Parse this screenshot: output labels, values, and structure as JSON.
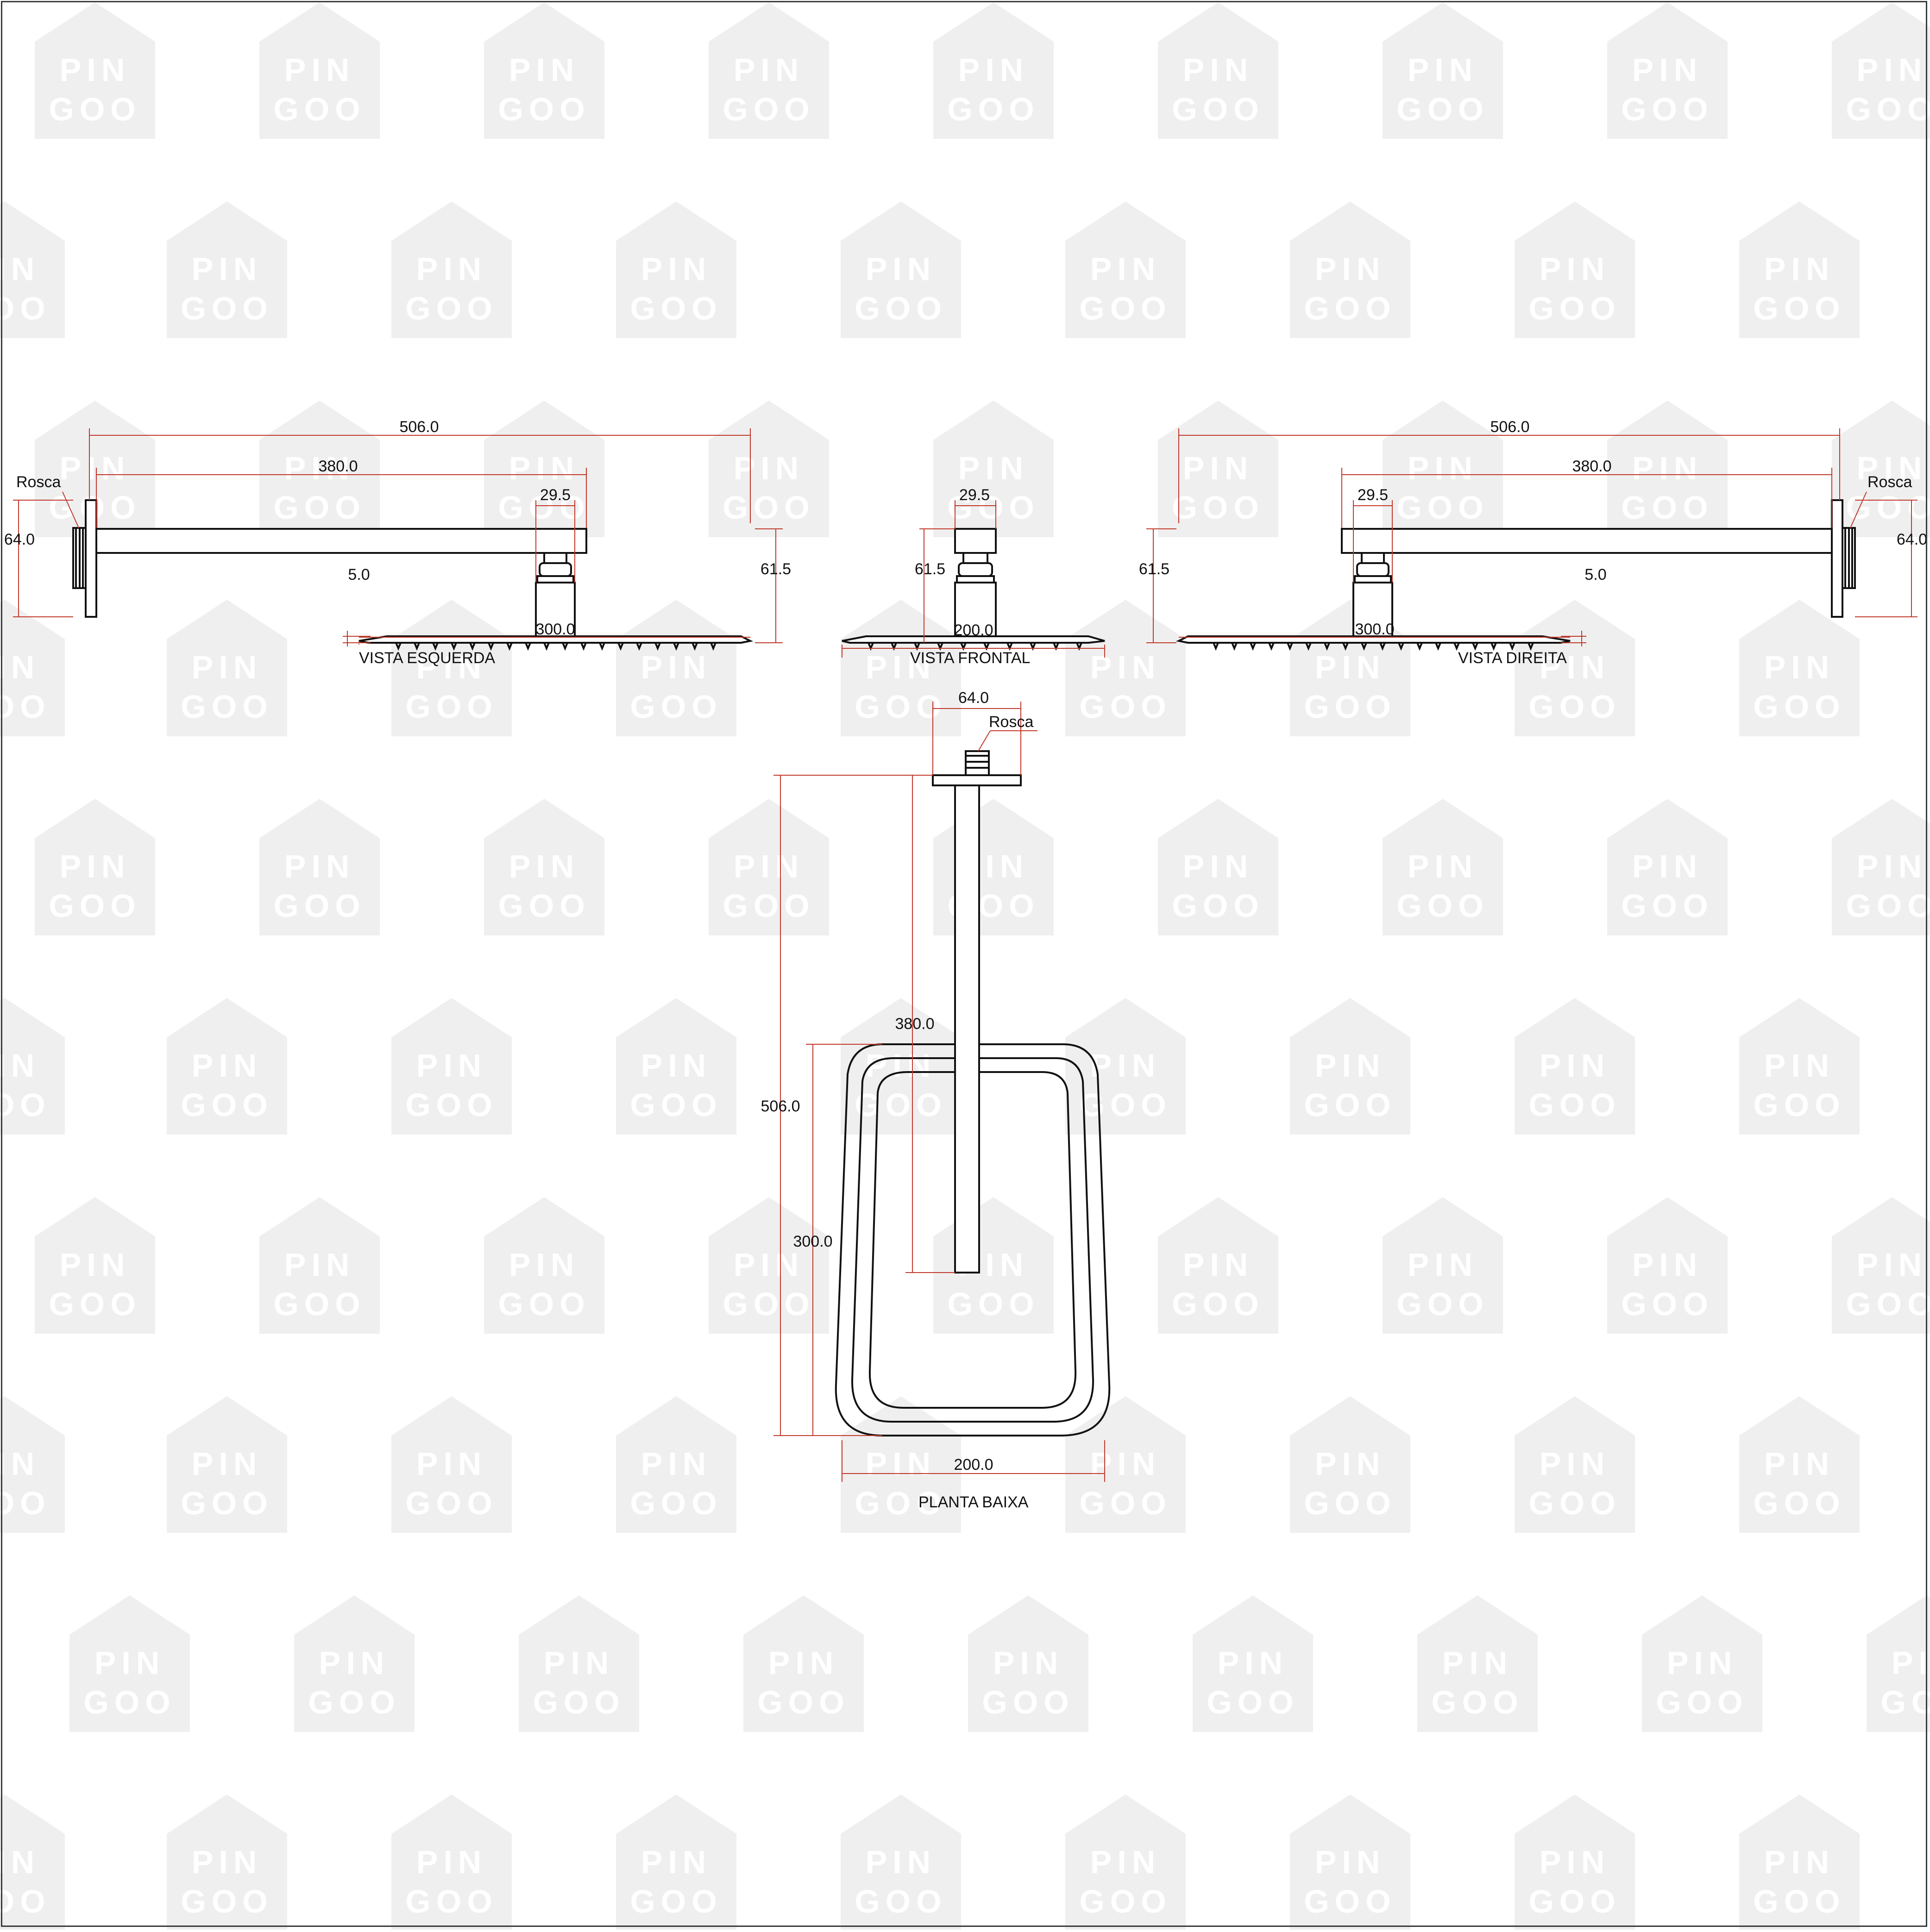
{
  "watermark": {
    "line1": "PIN",
    "line2": "GOO"
  },
  "views": {
    "left": {
      "title": "VISTA ESQUERDA",
      "dims": {
        "overall": "506.0",
        "arm": "380.0",
        "connector": "29.5",
        "flange": "64.0",
        "height": "61.5",
        "thickness": "5.0",
        "head": "300.0"
      },
      "thread_label": "Rosca"
    },
    "front": {
      "title": "VISTA FRONTAL",
      "dims": {
        "connector": "29.5",
        "height": "61.5",
        "width": "200.0"
      }
    },
    "right": {
      "title": "VISTA DIREITA",
      "dims": {
        "overall": "506.0",
        "arm": "380.0",
        "connector": "29.5",
        "flange": "64.0",
        "height": "61.5",
        "thickness": "5.0",
        "head": "300.0"
      },
      "thread_label": "Rosca"
    },
    "plan": {
      "title": "PLANTA BAIXA",
      "dims": {
        "flange": "64.0",
        "arm": "380.0",
        "overall": "506.0",
        "head_len": "300.0",
        "width": "200.0"
      },
      "thread_label": "Rosca"
    }
  },
  "colors": {
    "dimension": "#c0392b",
    "object": "#111111",
    "watermark": "#d9d9d9"
  }
}
